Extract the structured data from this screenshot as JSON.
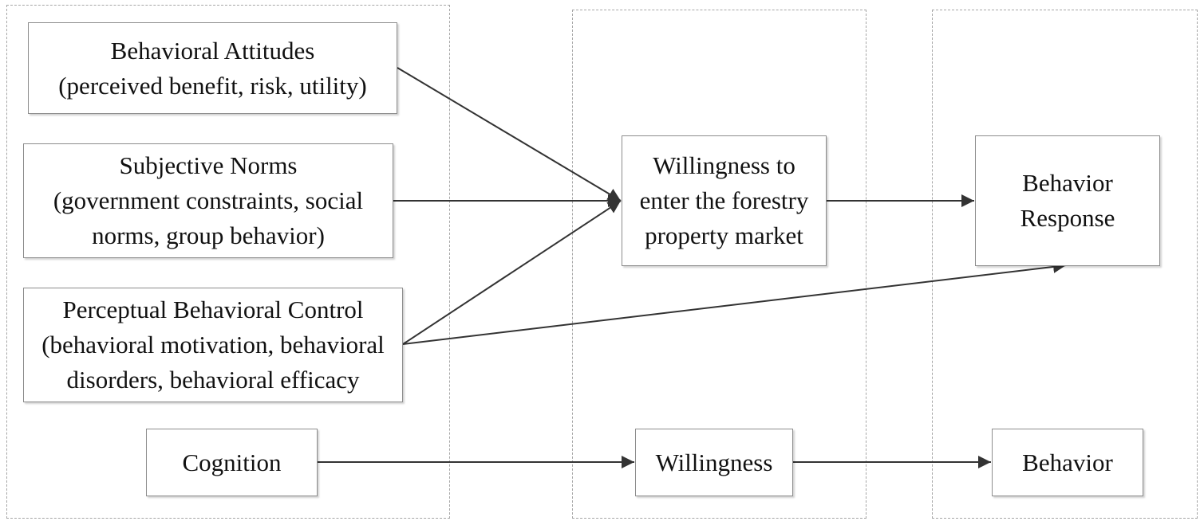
{
  "diagram": {
    "boxes": {
      "behavioral_attitudes": {
        "lines": [
          "Behavioral Attitudes",
          "(perceived benefit, risk, utility)"
        ]
      },
      "subjective_norms": {
        "lines": [
          "Subjective Norms",
          "(government constraints, social",
          "norms, group behavior)"
        ]
      },
      "perceptual_control": {
        "lines": [
          "Perceptual Behavioral Control",
          "(behavioral motivation, behavioral",
          "disorders, behavioral efficacy"
        ]
      },
      "cognition": {
        "lines": [
          "Cognition"
        ]
      },
      "willingness_market": {
        "lines": [
          "Willingness to",
          "enter the forestry",
          "property market"
        ]
      },
      "willingness": {
        "lines": [
          "Willingness"
        ]
      },
      "behavior_response": {
        "lines": [
          "Behavior",
          "Response"
        ]
      },
      "behavior": {
        "lines": [
          "Behavior"
        ]
      }
    },
    "arrows": [
      {
        "from": "behavioral_attitudes",
        "to": "willingness_market"
      },
      {
        "from": "subjective_norms",
        "to": "willingness_market"
      },
      {
        "from": "perceptual_control",
        "to": "willingness_market"
      },
      {
        "from": "perceptual_control",
        "to": "behavior_response"
      },
      {
        "from": "willingness_market",
        "to": "behavior_response"
      },
      {
        "from": "cognition",
        "to": "willingness"
      },
      {
        "from": "willingness",
        "to": "behavior"
      }
    ],
    "colors": {
      "arrow": "#333333",
      "box_border": "#8c8c8c",
      "panel_border": "#a6a6a6"
    }
  }
}
